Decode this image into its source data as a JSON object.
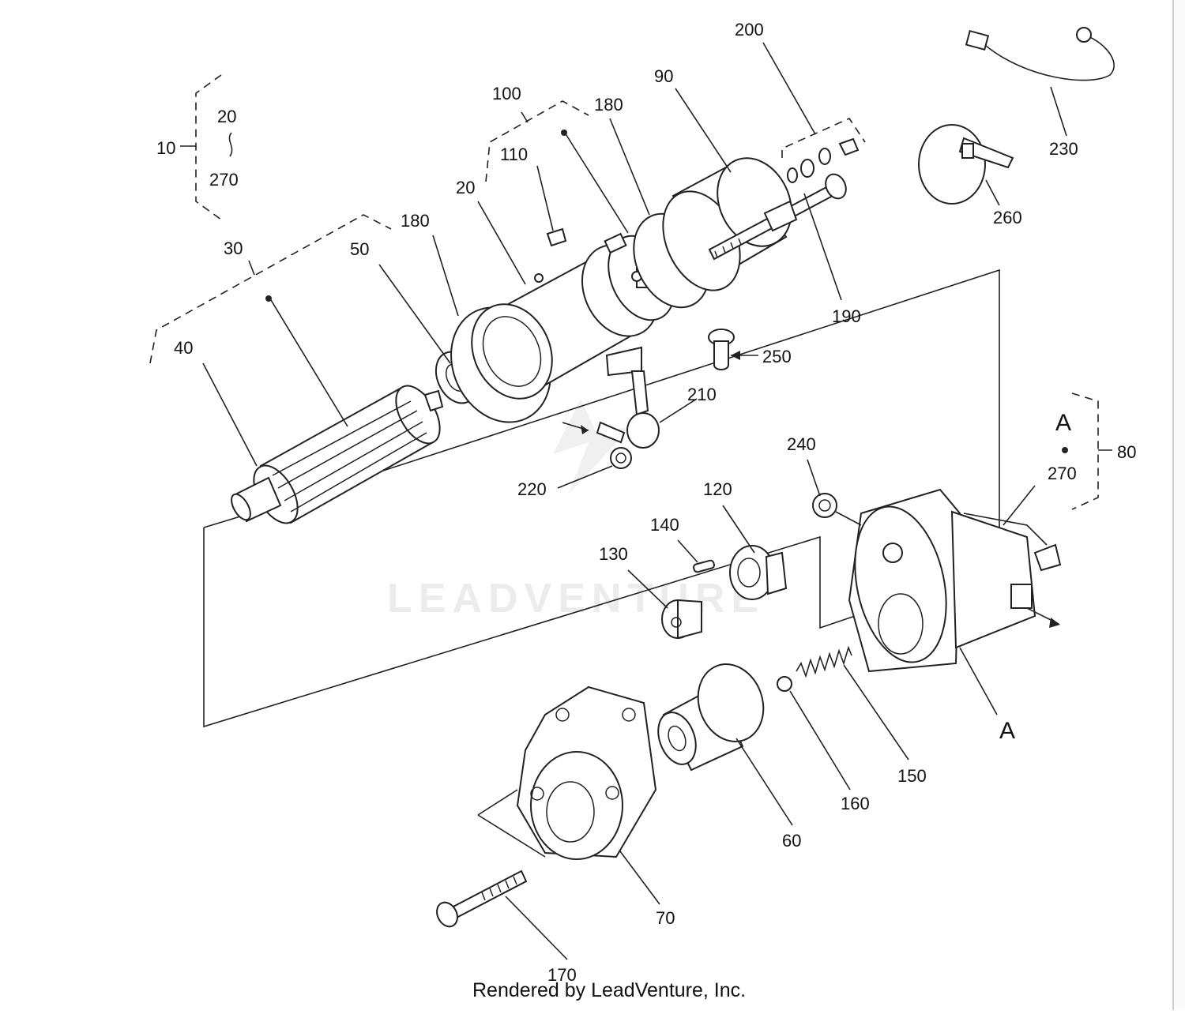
{
  "diagram": {
    "labels": {
      "l10": "10",
      "l20a": "20",
      "l270a": "270",
      "l30": "30",
      "l40": "40",
      "l50": "50",
      "l180a": "180",
      "l20b": "20",
      "l100": "100",
      "l110": "110",
      "l180b": "180",
      "l90": "90",
      "l200": "200",
      "l190": "190",
      "l230": "230",
      "l260": "260",
      "l250": "250",
      "l210": "210",
      "l220": "220",
      "l240": "240",
      "l120": "120",
      "l140": "140",
      "l130": "130",
      "l80": "80",
      "lA1": "A",
      "l270b": "270",
      "lA2": "A",
      "l150": "150",
      "l160": "160",
      "l60": "60",
      "l70": "70",
      "l170": "170"
    },
    "watermark": "LEADVENTURE",
    "footer": "Rendered by LeadVenture, Inc."
  }
}
